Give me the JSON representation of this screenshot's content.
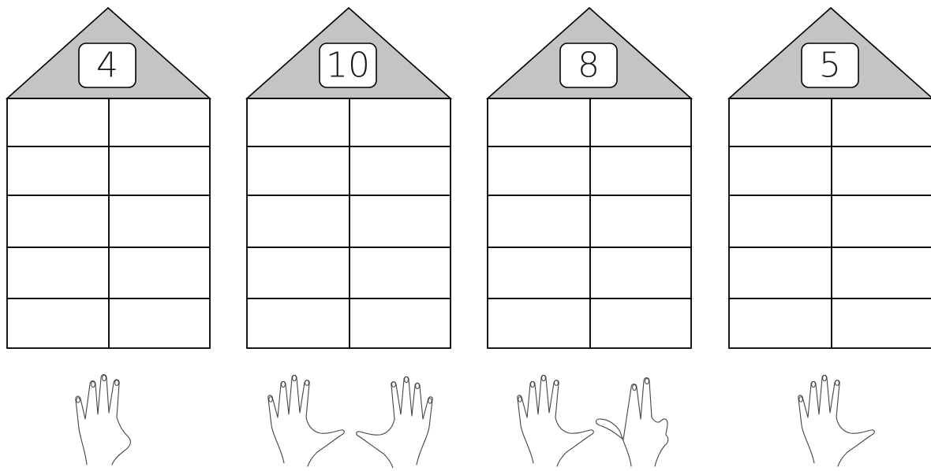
{
  "worksheet": {
    "houses": [
      {
        "number": "4",
        "rows": 5,
        "hands": "right-4"
      },
      {
        "number": "10",
        "rows": 5,
        "hands": "both-5-5"
      },
      {
        "number": "8",
        "rows": 5,
        "hands": "both-5-3"
      },
      {
        "number": "5",
        "rows": 5,
        "hands": "left-5"
      }
    ],
    "colors": {
      "roof": "#c4c4c4",
      "lines": "#000000",
      "background": "#ffffff"
    },
    "icons": [
      "house-roof-icon",
      "left-hand-icon",
      "right-hand-icon"
    ]
  }
}
